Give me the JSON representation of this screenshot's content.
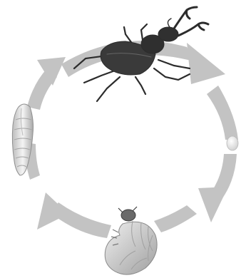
{
  "diagram": {
    "type": "life-cycle",
    "stages": [
      {
        "id": "adult",
        "icon": "stag-beetle-icon"
      },
      {
        "id": "egg",
        "icon": "egg-icon"
      },
      {
        "id": "larva",
        "icon": "larva-grub-icon"
      },
      {
        "id": "pupa",
        "icon": "pupa-icon"
      }
    ],
    "direction": "clockwise",
    "colors": {
      "arrow": "#c3c3c3",
      "beetle": "#3a3a3a",
      "egg": "#f2f2f2",
      "larva": "#d6d6d6",
      "pupa": "#d9d9d9"
    }
  }
}
